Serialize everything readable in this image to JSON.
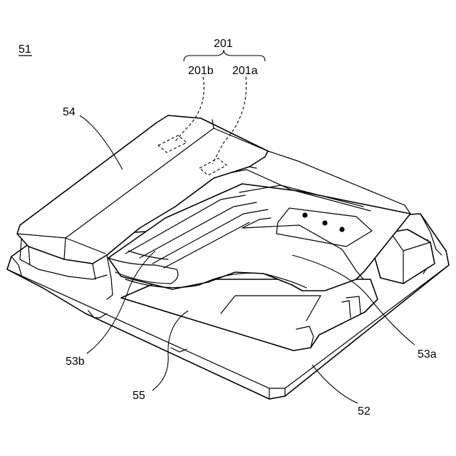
{
  "figure": {
    "labels": {
      "main_ref": "51",
      "group_sensor": "201",
      "sensor_b": "201b",
      "sensor_a": "201a",
      "cover": "54",
      "guide_b": "53b",
      "guide_a": "53a",
      "tray": "55",
      "base": "52"
    },
    "sensor_dots": 3
  }
}
